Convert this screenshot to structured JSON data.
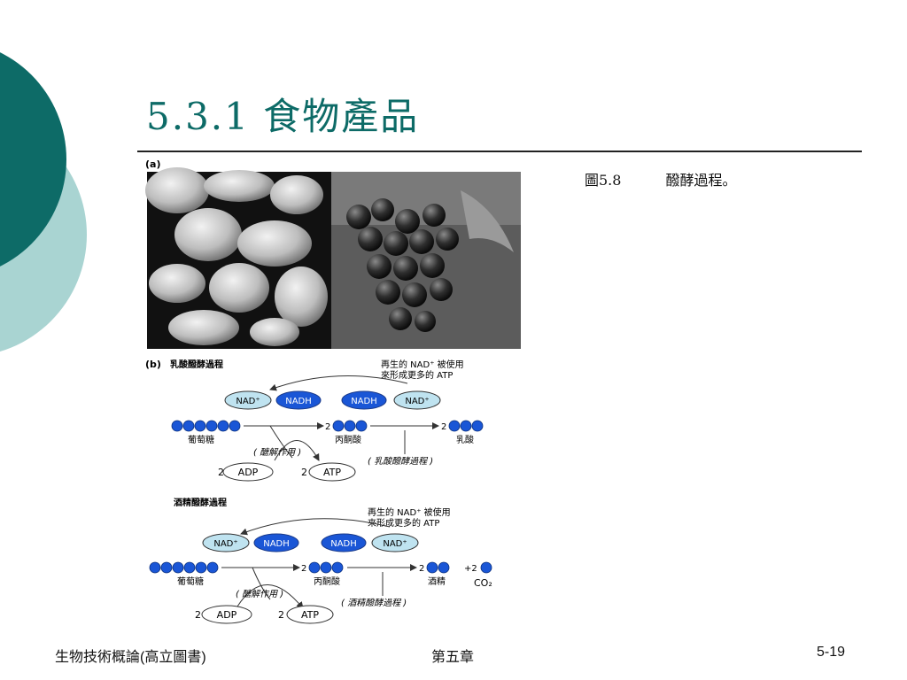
{
  "slide": {
    "title": "5.3.1 食物產品",
    "caption_number": "圖5.8",
    "caption_text": "醱酵過程。"
  },
  "figure": {
    "panel_a_label": "(a)",
    "panel_b_label": "(b)",
    "lactic": {
      "heading": "乳酸醱酵過程",
      "note_line1": "再生的 NAD⁺ 被使用",
      "note_line2": "來形成更多的 ATP",
      "nad_plus": "NAD⁺",
      "nadh": "NADH",
      "glucose": "葡萄糖",
      "pyruvate": "丙酮酸",
      "product": "乳酸",
      "coef_2": "2",
      "glycolysis": "( 醣解作用 )",
      "process": "( 乳酸醱酵過程 )",
      "adp": "ADP",
      "atp": "ATP"
    },
    "alcohol": {
      "heading": "酒精醱酵過程",
      "note_line1": "再生的 NAD⁺ 被使用",
      "note_line2": "來形成更多的 ATP",
      "nad_plus": "NAD⁺",
      "nadh": "NADH",
      "glucose": "葡萄糖",
      "pyruvate": "丙酮酸",
      "product": "酒精",
      "co2": "CO₂",
      "plus2": "+2",
      "coef_2": "2",
      "glycolysis": "( 醣解作用 )",
      "process": "( 酒精醱酵過程 )",
      "adp": "ADP",
      "atp": "ATP"
    }
  },
  "footer": {
    "left": "生物技術概論(高立圖書)",
    "center": "第五章",
    "right": "5-19"
  },
  "colors": {
    "accent": "#0d6b67",
    "accent_light": "#a9d4d2",
    "nadh_blue": "#1a56d6",
    "nad_light": "#bfe3f0"
  }
}
